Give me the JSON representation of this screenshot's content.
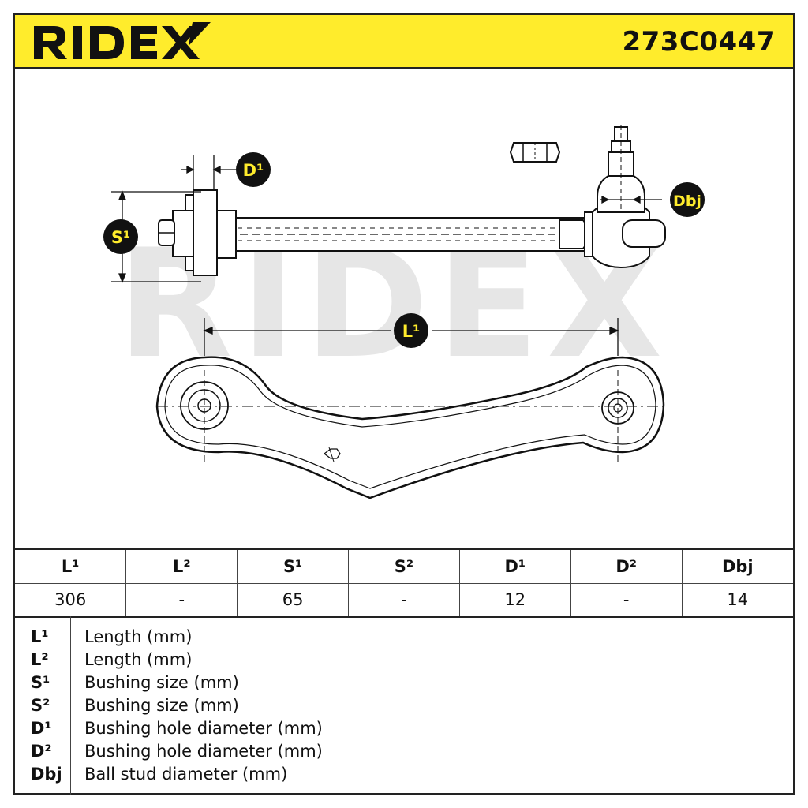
{
  "header": {
    "brand": "RIDEX",
    "part_number": "273C0447"
  },
  "drawing": {
    "watermark": "RIDEX",
    "labels": {
      "d1": "D¹",
      "dbj": "Dbj",
      "s1": "S¹",
      "l1": "L¹"
    }
  },
  "spec_table": {
    "headers": [
      "L¹",
      "L²",
      "S¹",
      "S²",
      "D¹",
      "D²",
      "Dbj"
    ],
    "values": [
      "306",
      "-",
      "65",
      "-",
      "12",
      "-",
      "14"
    ]
  },
  "legend": {
    "items": [
      {
        "symbol": "L¹",
        "description": "Length (mm)"
      },
      {
        "symbol": "L²",
        "description": "Length (mm)"
      },
      {
        "symbol": "S¹",
        "description": "Bushing size (mm)"
      },
      {
        "symbol": "S²",
        "description": "Bushing size (mm)"
      },
      {
        "symbol": "D¹",
        "description": "Bushing hole diameter (mm)"
      },
      {
        "symbol": "D²",
        "description": "Bushing hole diameter (mm)"
      },
      {
        "symbol": "Dbj",
        "description": "Ball stud diameter (mm)"
      }
    ]
  },
  "colors": {
    "header_yellow": "#ffec2c",
    "badge_black": "#111111",
    "badge_text": "#ffec2c",
    "watermark_gray": "#e6e6e6"
  }
}
